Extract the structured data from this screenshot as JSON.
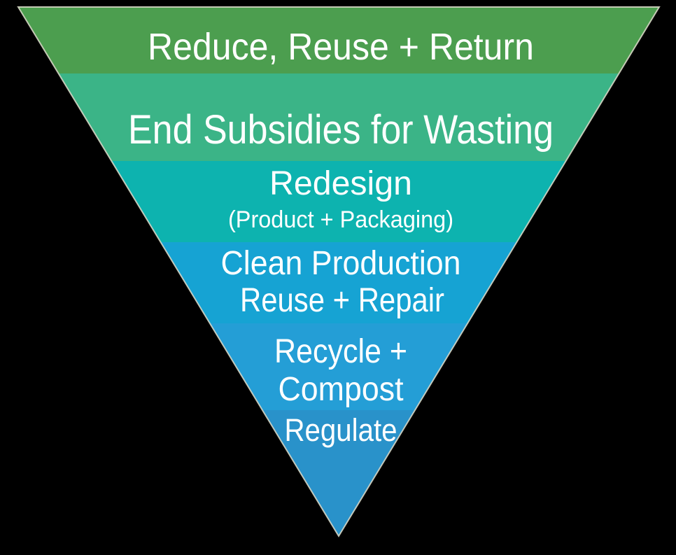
{
  "diagram": {
    "kind": "inverted-pyramid",
    "background": "#000000",
    "text_color": "#ffffff",
    "outline_color": "#deddcb",
    "levels": [
      {
        "lines": [
          "Reduce, Reuse + Return"
        ],
        "color": "#4c9e4f"
      },
      {
        "lines": [
          "End Subsidies for Wasting"
        ],
        "color": "#3bb487"
      },
      {
        "lines": [
          "Redesign",
          "(Product + Packaging)"
        ],
        "color": "#0db3af"
      },
      {
        "lines": [
          "Clean Production",
          "Reuse + Repair"
        ],
        "color": "#16a3d3"
      },
      {
        "lines": [
          "Recycle +",
          "Compost"
        ],
        "color": "#249ed6"
      },
      {
        "lines": [
          "Regulate"
        ],
        "color": "#2992ca"
      }
    ]
  }
}
